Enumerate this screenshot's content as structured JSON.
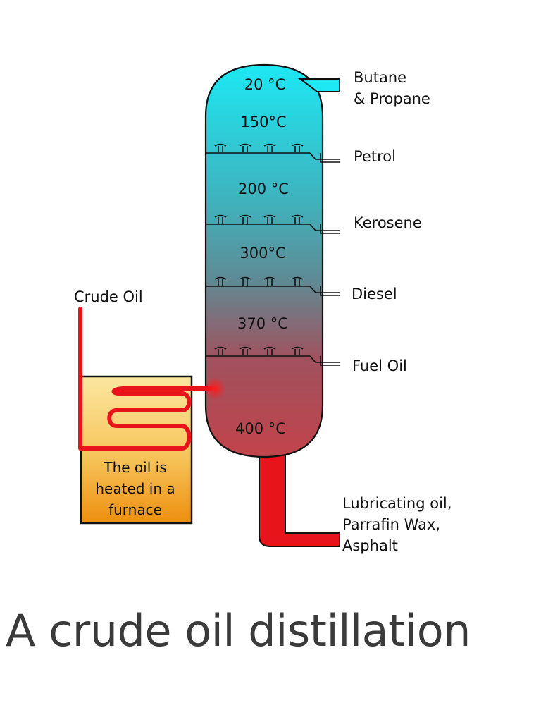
{
  "caption": "A crude oil distillation",
  "input_label": "Crude Oil",
  "furnace_text": [
    "The oil is",
    "heated in a",
    "furnace"
  ],
  "column_temperatures": [
    "20 °C",
    "150°C",
    "200 °C",
    "300°C",
    "370 °C",
    "400 °C"
  ],
  "products": {
    "top": [
      "Butane",
      "& Propane"
    ],
    "petrol": "Petrol",
    "kerosene": "Kerosene",
    "diesel": "Diesel",
    "fuel_oil": "Fuel Oil",
    "bottom": [
      "Lubricating oil,",
      "Parrafin Wax,",
      "Asphalt"
    ]
  },
  "colors": {
    "column_top": "#1de8f3",
    "column_mid": "#4a9aa8",
    "column_bottom": "#c2434b",
    "pipe_red": "#e8141c",
    "furnace_top": "#fbe7a0",
    "furnace_bottom": "#ee8f0f"
  }
}
